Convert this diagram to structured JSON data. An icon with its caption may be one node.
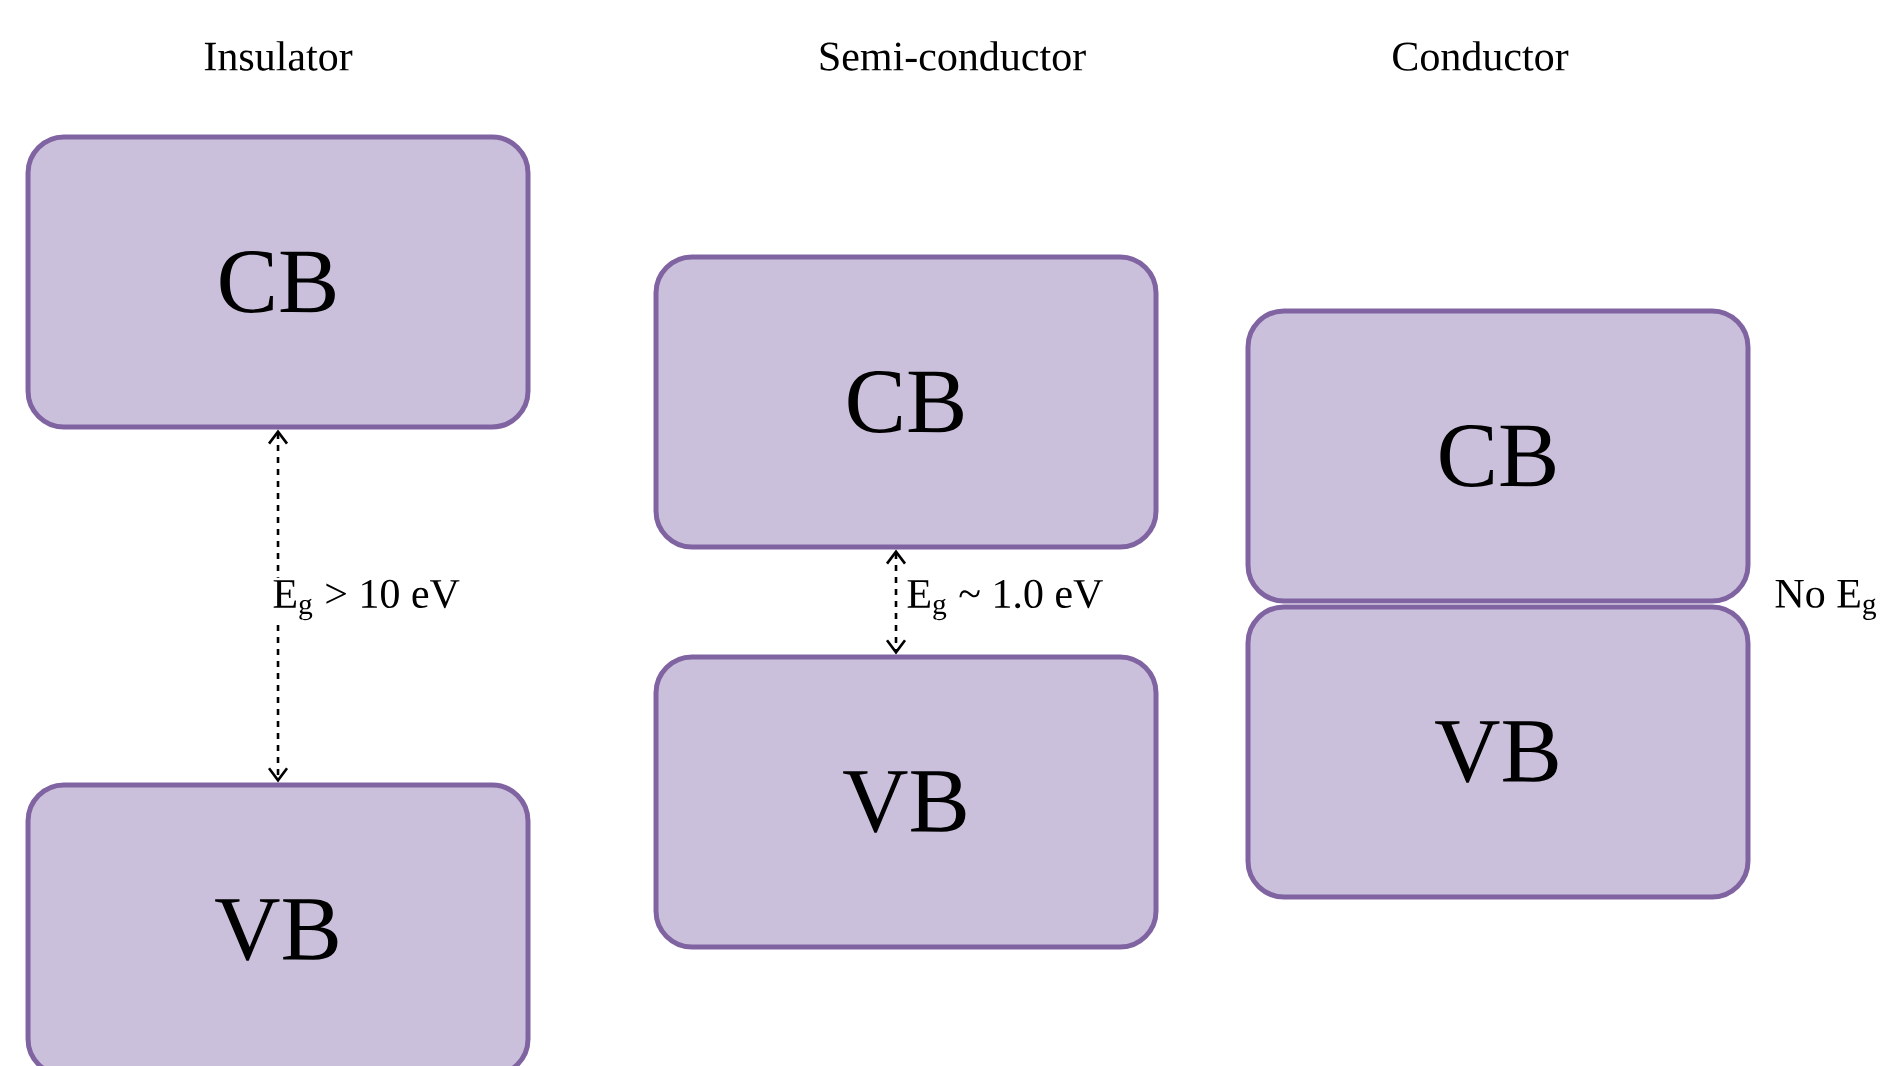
{
  "diagram": {
    "nodes": [
      {
        "text": [
          "CB"
        ]
      },
      {
        "text": [
          "VB"
        ]
      },
      {
        "text": [
          "CB"
        ]
      },
      {
        "text": [
          "VB"
        ]
      },
      {
        "text": [
          "CB"
        ]
      },
      {
        "text": [
          "VB"
        ]
      }
    ],
    "edges": [
      {
        "from": 0,
        "to": 1,
        "arrow": "both",
        "style": "dashed",
        "label": "E$_{g}$ > 10 eV"
      },
      {
        "from": 2,
        "to": 3,
        "arrow": "both",
        "style": "dashed",
        "label": "E$_{g}$ ~ 1.0 eV"
      }
    ],
    "labels": [
      "Insulator",
      "Semi-conductor",
      "Conductor",
      "No E$_{g}$"
    ]
  }
}
